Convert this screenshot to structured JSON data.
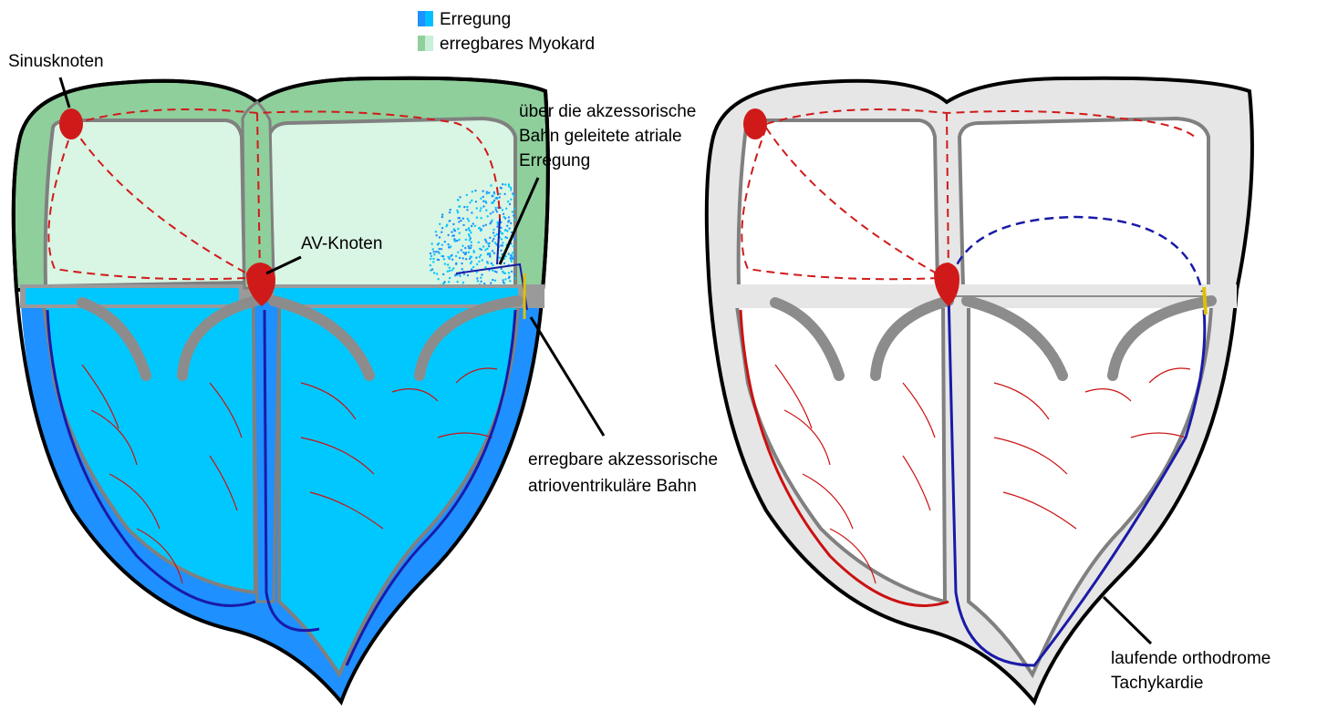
{
  "legend": {
    "items": [
      {
        "label": "Erregung",
        "colors": [
          "#1e90ff",
          "#00bfff"
        ]
      },
      {
        "label": "erregbares Myokard",
        "colors": [
          "#8fcf9c",
          "#c8f0d6"
        ]
      }
    ]
  },
  "labels": {
    "sinus": "Sinusknoten",
    "av": "AV-Knoten",
    "atrial_1": "über die akzessorische",
    "atrial_2": "Bahn geleitete atriale",
    "atrial_3": "Erregung",
    "pathway_1": "erregbare akzessorische",
    "pathway_2": "atrioventrikuläre Bahn",
    "tachy_1": "laufende orthodrome",
    "tachy_2": "Tachykardie"
  },
  "colors": {
    "excited_dark": "#1e90ff",
    "excited_light": "#00c8ff",
    "myocardium_green": "#8fcf9c",
    "myocardium_light": "#d9f5e3",
    "neutral_gray": "#e6e6e6",
    "septum_gray": "#8c8c8c",
    "node_red": "#d01a1a",
    "conduction_red": "#cc1111",
    "reentry_blue": "#1a1aa8"
  }
}
